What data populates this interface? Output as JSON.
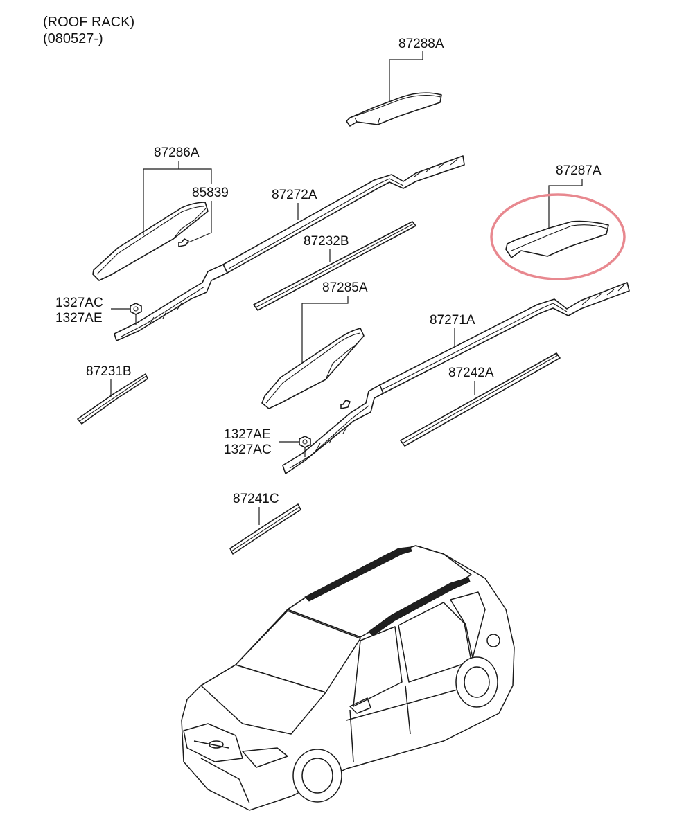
{
  "header": {
    "title": "(ROOF RACK)",
    "date_range": "(080527-)"
  },
  "labels": {
    "p87288A": "87288A",
    "p87286A": "87286A",
    "p85839": "85839",
    "p87272A": "87272A",
    "p87287A": "87287A",
    "p87232B": "87232B",
    "p1327AC_top": "1327AC",
    "p1327AE_top": "1327AE",
    "p87285A": "87285A",
    "p87271A": "87271A",
    "p87231B": "87231B",
    "p87242A": "87242A",
    "p1327AE_bottom": "1327AE",
    "p1327AC_bottom": "1327AC",
    "p87241C": "87241C"
  },
  "highlight": {
    "part": "87287A",
    "color": "#e8888f"
  },
  "icons": [
    "roof-rack-rail",
    "end-cover",
    "moulding-strip",
    "nut",
    "clip",
    "car-outline"
  ]
}
